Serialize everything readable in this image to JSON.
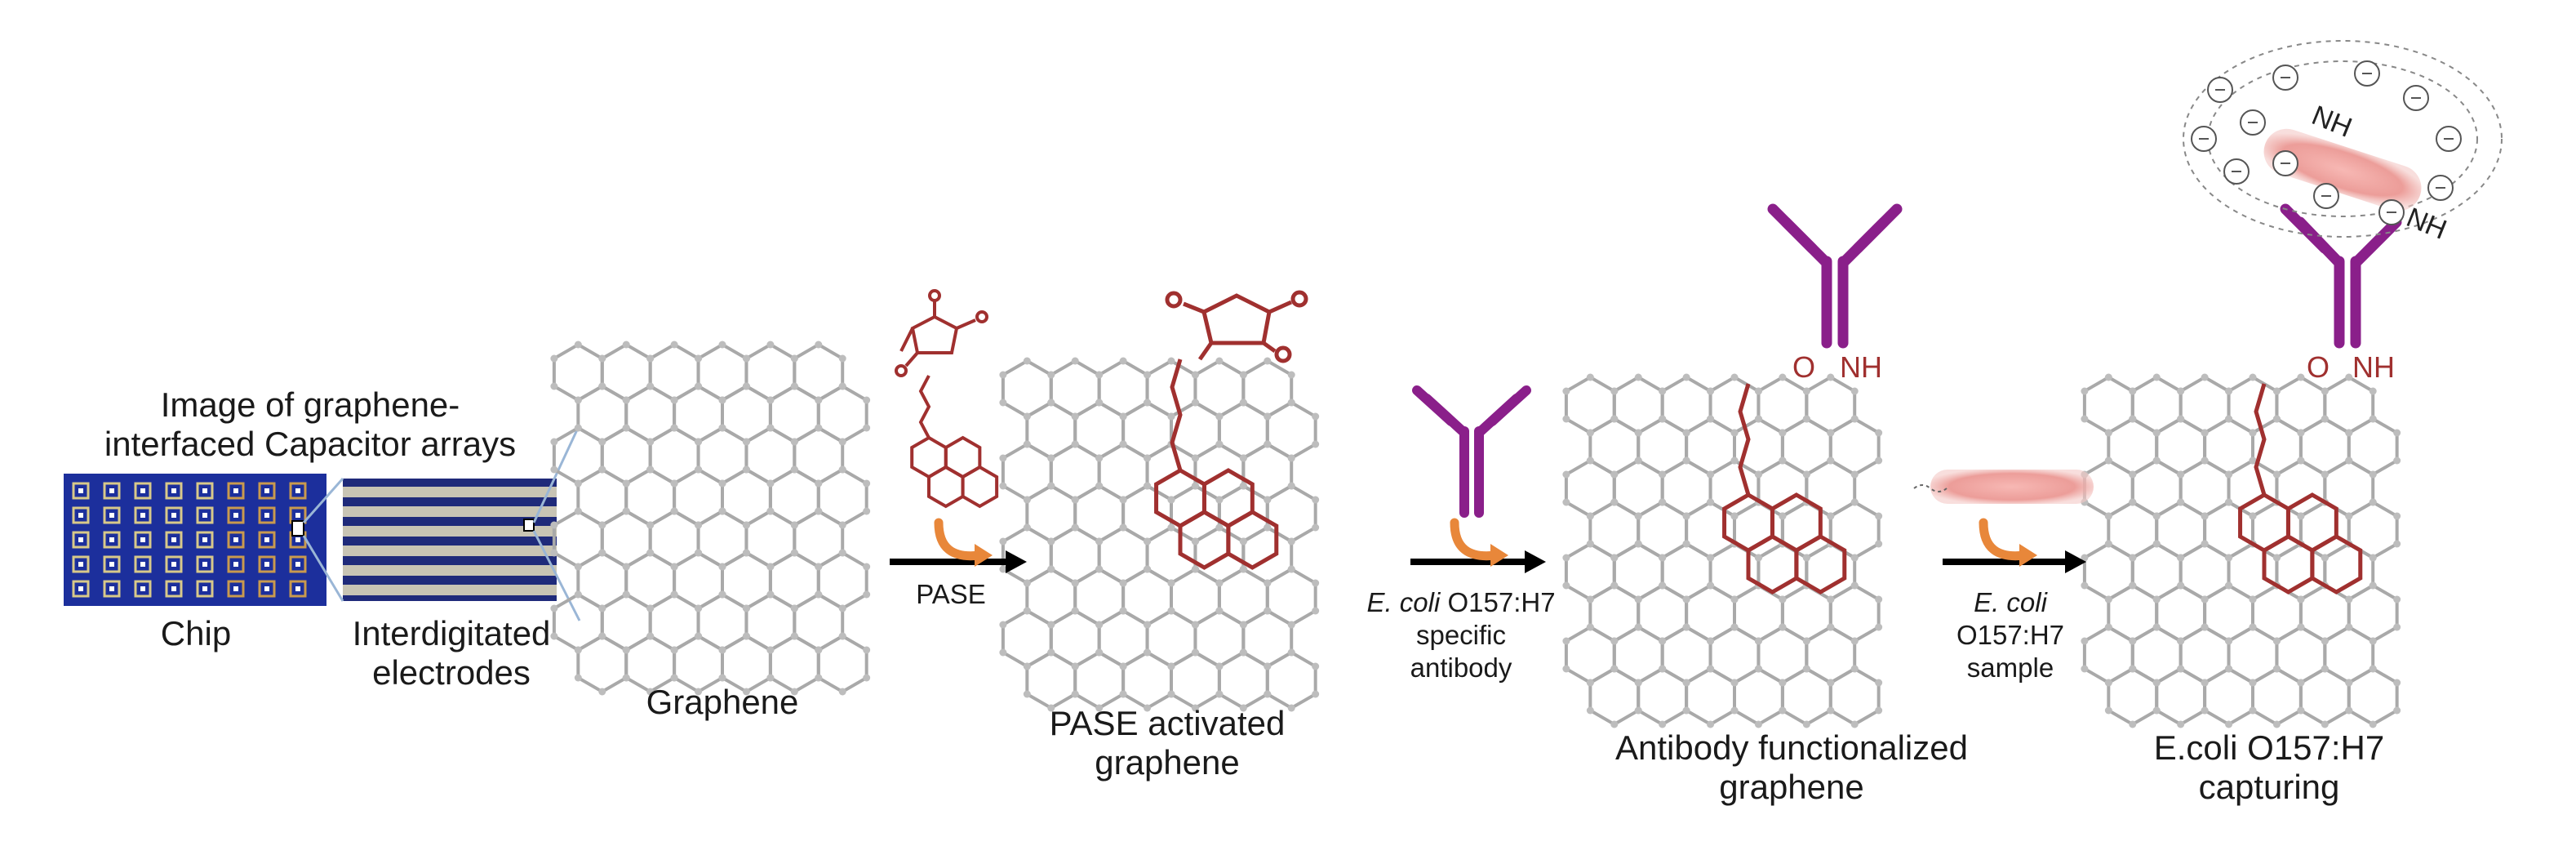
{
  "colors": {
    "grid": "#a9a9a9",
    "node": "#bdbdbd",
    "molecule": "#a0302f",
    "antibody": "#8a1f8a",
    "arrow_orange": "#e8873a",
    "bacteria": "#f2a3a3",
    "chip": "#1c2f9c"
  },
  "chip": {
    "title_line1": "Image of graphene-",
    "title_line2": "interfaced Capacitor arrays",
    "label": "Chip"
  },
  "electrodes": {
    "label_line1": "Interdigitated",
    "label_line2": "electrodes"
  },
  "stages": {
    "graphene": "Graphene",
    "pase_line1": "PASE activated",
    "pase_line2": "graphene",
    "antibody_line1": "Antibody functionalized",
    "antibody_line2": "graphene",
    "capture_line1": "E.coli O157:H7",
    "capture_line2": "capturing"
  },
  "arrows": {
    "pase": "PASE",
    "antibody_italic": "E. coli",
    "antibody_rest": " O157:H7",
    "antibody_line2": "specific",
    "antibody_line3": "antibody",
    "sample_italic": "E. coli",
    "sample_line2": "O157:H7",
    "sample_line3": "sample"
  },
  "chem": {
    "nh": "NH",
    "o": "O"
  }
}
